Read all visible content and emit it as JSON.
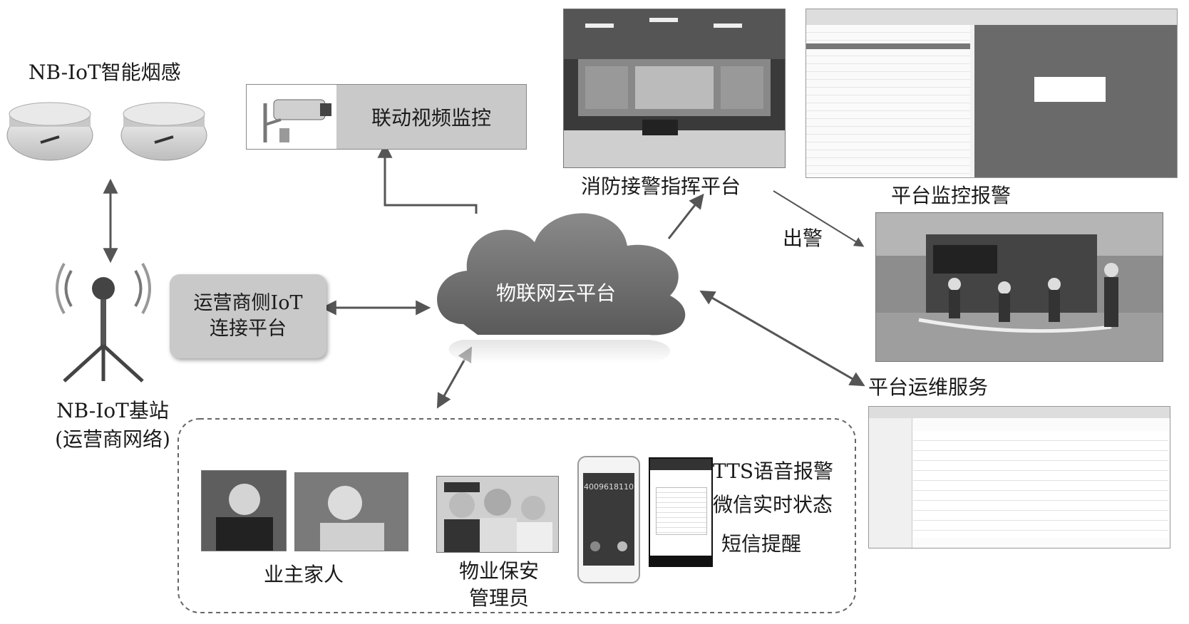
{
  "smoke_sensor": {
    "title": "NB-IoT智能烟感"
  },
  "video": {
    "label": "联动视频监控"
  },
  "operator_platform": {
    "line1": "运营商侧IoT",
    "line2": "连接平台"
  },
  "cloud": {
    "label": "物联网云平台"
  },
  "base_station": {
    "line1": "NB-IoT基站",
    "line2": "(运营商网络)"
  },
  "fire_command": {
    "label": "消防接警指挥平台"
  },
  "platform_monitor": {
    "label": "平台监控报警"
  },
  "dispatch": {
    "label": "出警"
  },
  "ops_service": {
    "label": "平台运维服务"
  },
  "owners": {
    "label": "业主家人"
  },
  "security": {
    "line1": "物业保安",
    "line2": "管理员"
  },
  "phone": {
    "number": "4009618110"
  },
  "notifications": {
    "tts": "TTS语音报警",
    "wechat": "微信实时状态",
    "sms": "短信提醒"
  },
  "colors": {
    "box": "#c9c9c9",
    "cloud": "#6e6e6e",
    "arrow": "#555555"
  }
}
